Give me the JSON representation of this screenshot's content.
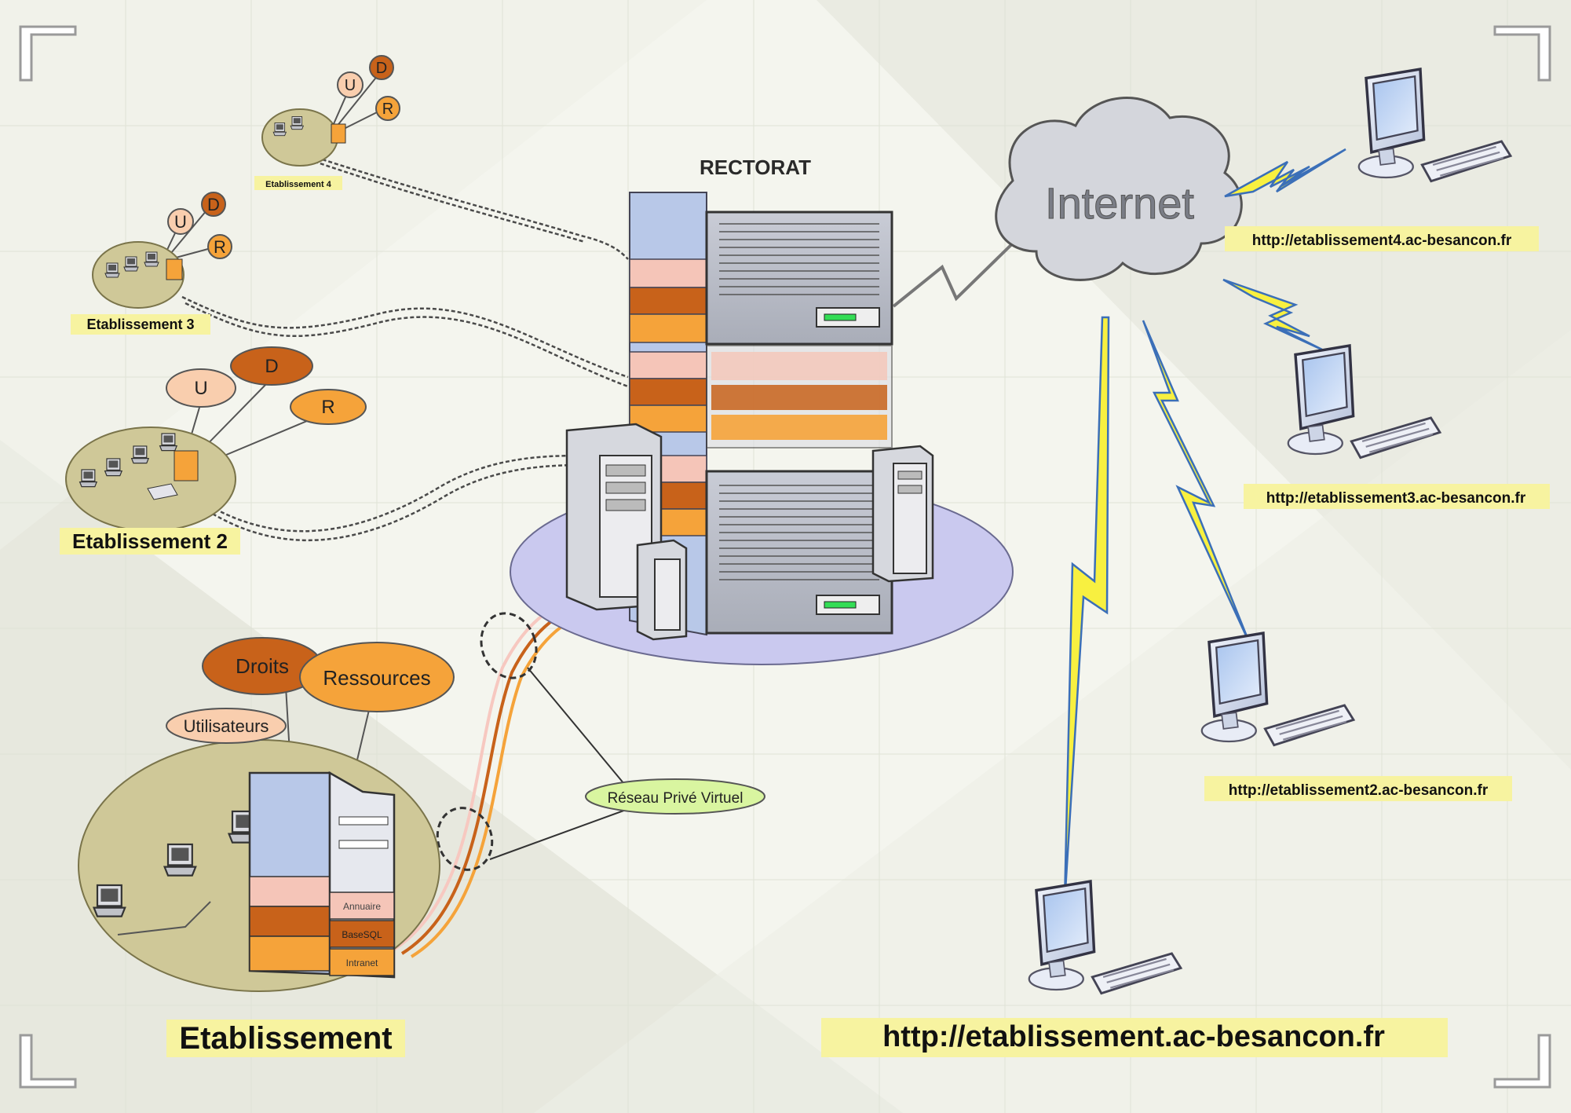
{
  "diagram": {
    "title": "RECTORAT",
    "cloud_label": "Internet",
    "vpn_label": "Réseau Privé Virtuel",
    "main_site": {
      "label": "Etablissement",
      "bubbles": {
        "droits": "Droits",
        "ressources": "Ressources",
        "utilisateurs": "Utilisateurs"
      },
      "server_slots": [
        "Annuaire",
        "BaseSQL",
        "Intranet"
      ]
    },
    "sites": [
      {
        "label": "Etablissement 2",
        "bubbles": [
          "U",
          "D",
          "R"
        ]
      },
      {
        "label": "Etablissement 3",
        "bubbles": [
          "U",
          "D",
          "R"
        ]
      },
      {
        "label": "Etablissement 4",
        "bubbles": [
          "U",
          "D",
          "R"
        ]
      }
    ],
    "urls": {
      "main": "http://etablissement.ac-besancon.fr",
      "e4": "http://etablissement4.ac-besancon.fr",
      "e3": "http://etablissement3.ac-besancon.fr",
      "e2": "http://etablissement2.ac-besancon.fr"
    },
    "colors": {
      "background": "#f4f5ee",
      "site_disc": "#cfc898",
      "orange_dark": "#c8621a",
      "orange_light": "#f5a33a",
      "pink": "#f5c5b8",
      "label_highlight": "#f7f3a0",
      "vpn_bubble": "#d9f5a0",
      "lightning": "#f8f040",
      "server_blue": "#b8c8e8"
    },
    "icons": [
      "corner-bracket-icon",
      "cloud-icon",
      "server-rack-icon",
      "tower-server-icon",
      "monitor-icon",
      "keyboard-icon",
      "lightning-bolt-icon",
      "workstation-icon"
    ]
  }
}
